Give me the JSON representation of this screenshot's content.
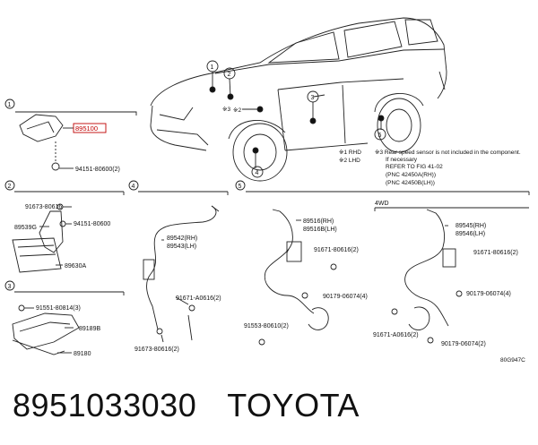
{
  "diagram_id": "80G947C",
  "callouts": [
    "1",
    "2",
    "3",
    "4",
    "5"
  ],
  "markers": {
    "mark3": "※3",
    "mark2": "※2"
  },
  "group1": {
    "highlight": "895100",
    "bolt": "94151-80600(2)"
  },
  "group2": {
    "screw": "91673-80616",
    "bolt": "94151-80600",
    "bracket": "89539G",
    "ecu": "89630A"
  },
  "group3": {
    "bolt": "91551-80814(3)",
    "cover": "89189B",
    "bracket": "89180"
  },
  "group4": {
    "sensor_rh": "89542(RH)",
    "sensor_lh": "89543(LH)",
    "bolt_a": "91671-A0616(2)",
    "bolt_b": "91673-80616(2)"
  },
  "group5": {
    "tag_4wd": "4WD",
    "sensor_rh": "89516(RH)",
    "sensor_lh": "89516B(LH)",
    "bolt1": "91671-80616(2)",
    "clip1": "90179-06074(4)",
    "bolt2": "91553-80610(2)",
    "sensor4wd_rh": "89545(RH)",
    "sensor4wd_lh": "89546(LH)",
    "bolt3": "91671-80616(2)",
    "clip2": "90179-06074(4)",
    "bolt4": "91671-A0616(2)",
    "clip3": "90179-06074(2)"
  },
  "notes": {
    "rhd": "※1 RHD",
    "lhd": "※2 LHD",
    "line1": "※3 Rear speed sensor is not included in the component.",
    "line2": "If necessary",
    "line3": "REFER TO FIG 41-02",
    "line4": "(PNC 42450A(RH))",
    "line5": "(PNC 42450B(LH))"
  },
  "footer": {
    "part_number": "8951033030",
    "brand": "TOYOTA"
  }
}
